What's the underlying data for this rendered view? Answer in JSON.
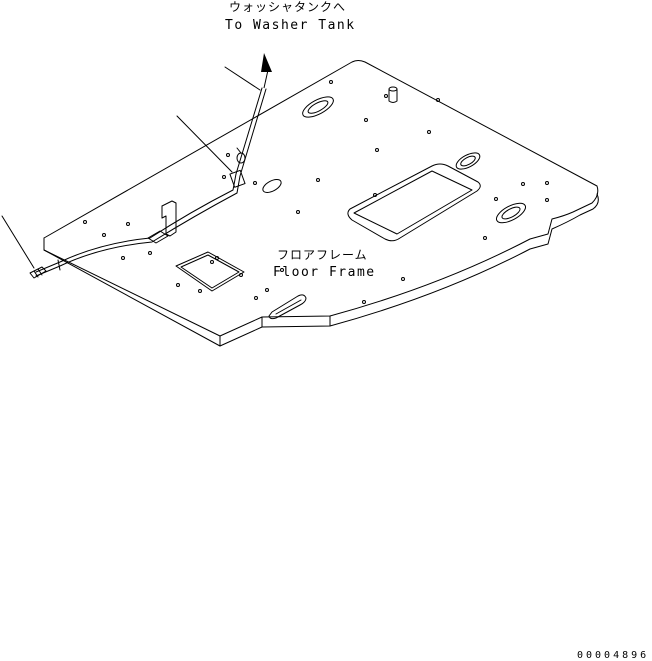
{
  "labels": {
    "washer_tank_jp": "ウォッシャタンクへ",
    "washer_tank_en": "To Washer Tank",
    "floor_frame_jp": "フロアフレーム",
    "floor_frame_en": "Floor Frame"
  },
  "drawing_number": "00004896"
}
